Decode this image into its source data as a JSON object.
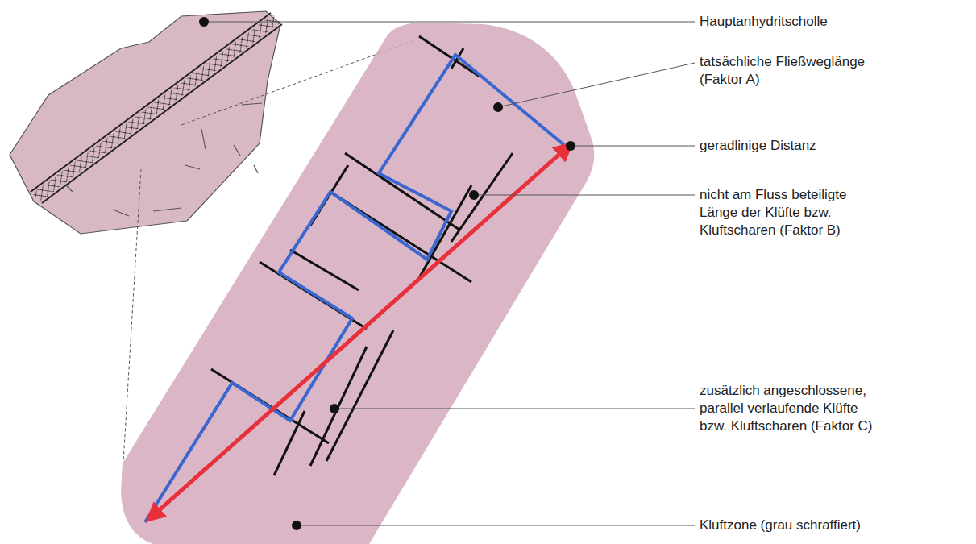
{
  "diagram": {
    "labels": [
      "Hauptanhydritscholle",
      "tatsächliche Fließweglänge (Faktor A)",
      "geradlinige Distanz",
      "nicht am Fluss beteiligte Länge der Klüfte bzw. Kluftscharen (Faktor B)",
      "zusätzlich angeschlossene, parallel verlaufende Klüfte bzw. Kluftscharen (Faktor C)",
      "Kluftzone (grau schraffiert)"
    ]
  }
}
